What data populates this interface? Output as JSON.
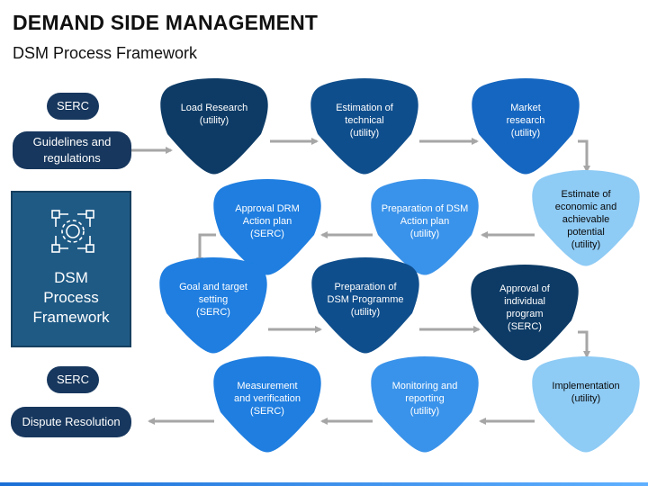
{
  "header": {
    "title": "DEMAND SIDE MANAGEMENT",
    "subtitle": "DSM Process Framework"
  },
  "left_panel": {
    "serc_top": "SERC",
    "guidelines": "Guidelines and\nregulations",
    "center_label": "DSM\nProcess\nFramework",
    "center_icon": "process-cycle-icon",
    "serc_bottom": "SERC",
    "dispute": "Dispute Resolution"
  },
  "steps": [
    {
      "id": "load-research",
      "label": "Load Research\n(utility)",
      "color": "#0d3b66",
      "text_color": "#ffffff"
    },
    {
      "id": "estimation-technical",
      "label": "Estimation of\ntechnical\n(utility)",
      "color": "#0f4e8c",
      "text_color": "#ffffff"
    },
    {
      "id": "market-research",
      "label": "Market\nresearch\n(utility)",
      "color": "#1566c0",
      "text_color": "#ffffff"
    },
    {
      "id": "estimate-potential",
      "label": "Estimate of\neconomic and\nachievable\npotential\n(utility)",
      "color": "#8ecbf5",
      "text_color": "#0a0a0a"
    },
    {
      "id": "preparation-action-plan",
      "label": "Preparation of DSM\nAction plan\n(utility)",
      "color": "#3a93ea",
      "text_color": "#ffffff"
    },
    {
      "id": "approval-drm",
      "label": "Approval DRM\nAction plan\n(SERC)",
      "color": "#1f7ee0",
      "text_color": "#ffffff"
    },
    {
      "id": "goal-target",
      "label": "Goal and target\nsetting\n(SERC)",
      "color": "#1f7ee0",
      "text_color": "#ffffff"
    },
    {
      "id": "preparation-programme",
      "label": "Preparation of\nDSM Programme\n(utility)",
      "color": "#0f4e8c",
      "text_color": "#ffffff"
    },
    {
      "id": "approval-individual",
      "label": "Approval of\nindividual\nprogram\n(SERC)",
      "color": "#0d3b66",
      "text_color": "#ffffff"
    },
    {
      "id": "implementation",
      "label": "Implementation\n(utility)",
      "color": "#8ecbf5",
      "text_color": "#0a0a0a"
    },
    {
      "id": "monitoring-reporting",
      "label": "Monitoring and\nreporting\n(utility)",
      "color": "#3a93ea",
      "text_color": "#ffffff"
    },
    {
      "id": "measurement-verification",
      "label": "Measurement\nand verification\n(SERC)",
      "color": "#1f7ee0",
      "text_color": "#ffffff"
    }
  ],
  "colors": {
    "pill": "#17375e",
    "center_box": "#1f5a85",
    "arrow": "#a6a6a6"
  }
}
